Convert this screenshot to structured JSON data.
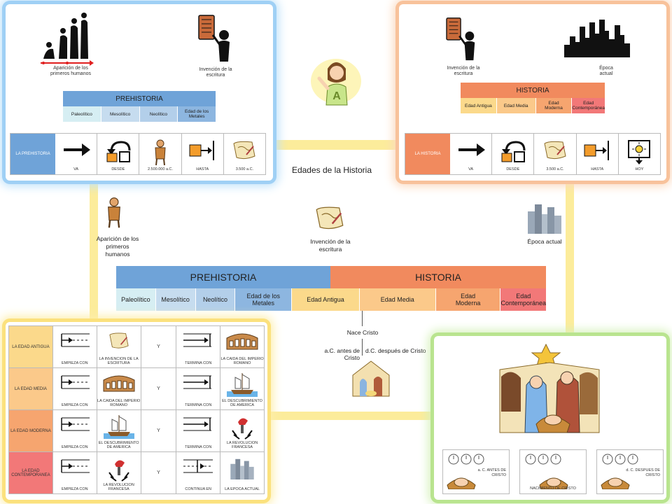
{
  "main_title": "Edades de la Historia",
  "colors": {
    "prehistoria": "#6fa3d8",
    "historia": "#f18a5e",
    "paleolitico": "#d6eef3",
    "mesolitico": "#c6dcef",
    "neolitico": "#b3cfea",
    "metales": "#8db6e0",
    "antigua": "#fbd98b",
    "media": "#fbc98a",
    "moderna": "#f6a56f",
    "contemporanea": "#f27878"
  },
  "prehistoria_panel": {
    "label_start": "Aparición de los primeros humanos",
    "label_end": "Invención de la escritura",
    "bar": "PREHISTORIA",
    "periods": [
      "Paleolítico",
      "Mesolítico",
      "Neolítico",
      "Edad de los Metales"
    ],
    "strip": {
      "head": "LA PREHISTORIA",
      "cells": [
        "VA",
        "DESDE",
        "2.500.000 a.C.",
        "HASTA",
        "3.500 a.C."
      ]
    }
  },
  "historia_panel": {
    "label_start": "Invención de la escritura",
    "label_end": "Época actual",
    "bar": "HISTORIA",
    "periods": [
      "Edad Antigua",
      "Edad Media",
      "Edad Moderna",
      "Edad Contemporánea"
    ],
    "strip": {
      "head": "LA HISTORIA",
      "cells": [
        "VA",
        "DESDE",
        "3.500 a.C.",
        "HASTA",
        "HOY"
      ]
    }
  },
  "central": {
    "label_start": "Aparición de los primeros humanos",
    "label_mid": "Invención de la escritura",
    "label_end": "Época actual",
    "prehistoria": "PREHISTORIA",
    "historia": "HISTORIA",
    "periods": [
      "Paleolítico",
      "Mesolítico",
      "Neolítico",
      "Edad de los Metales",
      "Edad Antigua",
      "Edad Media",
      "Edad Moderna",
      "Edad Contemporánea"
    ],
    "nace": "Nace Cristo",
    "ac": "a.C. antes de Cristo",
    "dc": "d.C. después de Cristo"
  },
  "edades_table": {
    "rows": [
      {
        "era": "LA EDAD ANTIGUA",
        "start": "EMPIEZA CON",
        "start_item": "LA INVENCION DE LA ESCRITURA",
        "y": "Y",
        "end": "TERMINA CON",
        "end_item": "LA CAIDA DEL IMPERIO ROMANO"
      },
      {
        "era": "LA EDAD MEDIA",
        "start": "EMPIEZA CON",
        "start_item": "LA CAIDA DEL IMPERIO ROMANO",
        "y": "Y",
        "end": "TERMINA CON",
        "end_item": "EL DESCUBRIMIENTO DE AMERICA"
      },
      {
        "era": "LA EDAD MODERNA",
        "start": "EMPIEZA CON",
        "start_item": "EL DESCUBRIMIENTO DE AMERICA",
        "y": "Y",
        "end": "TERMINA CON",
        "end_item": "LA REVOLUCION FRANCESA"
      },
      {
        "era": "LA EDAD CONTEMPORANEA",
        "start": "EMPIEZA CON",
        "start_item": "LA REVOLUCION FRANCESA",
        "y": "Y",
        "end": "CONTINUA EN",
        "end_item": "LA EPOCA ACTUAL"
      }
    ]
  },
  "cristo_panel": {
    "cells": [
      {
        "label": "a. C. ANTES DE CRISTO"
      },
      {
        "label": "NACIMIENTO DE CRISTO"
      },
      {
        "label": "d. C. DESPUES DE CRISTO"
      }
    ]
  }
}
